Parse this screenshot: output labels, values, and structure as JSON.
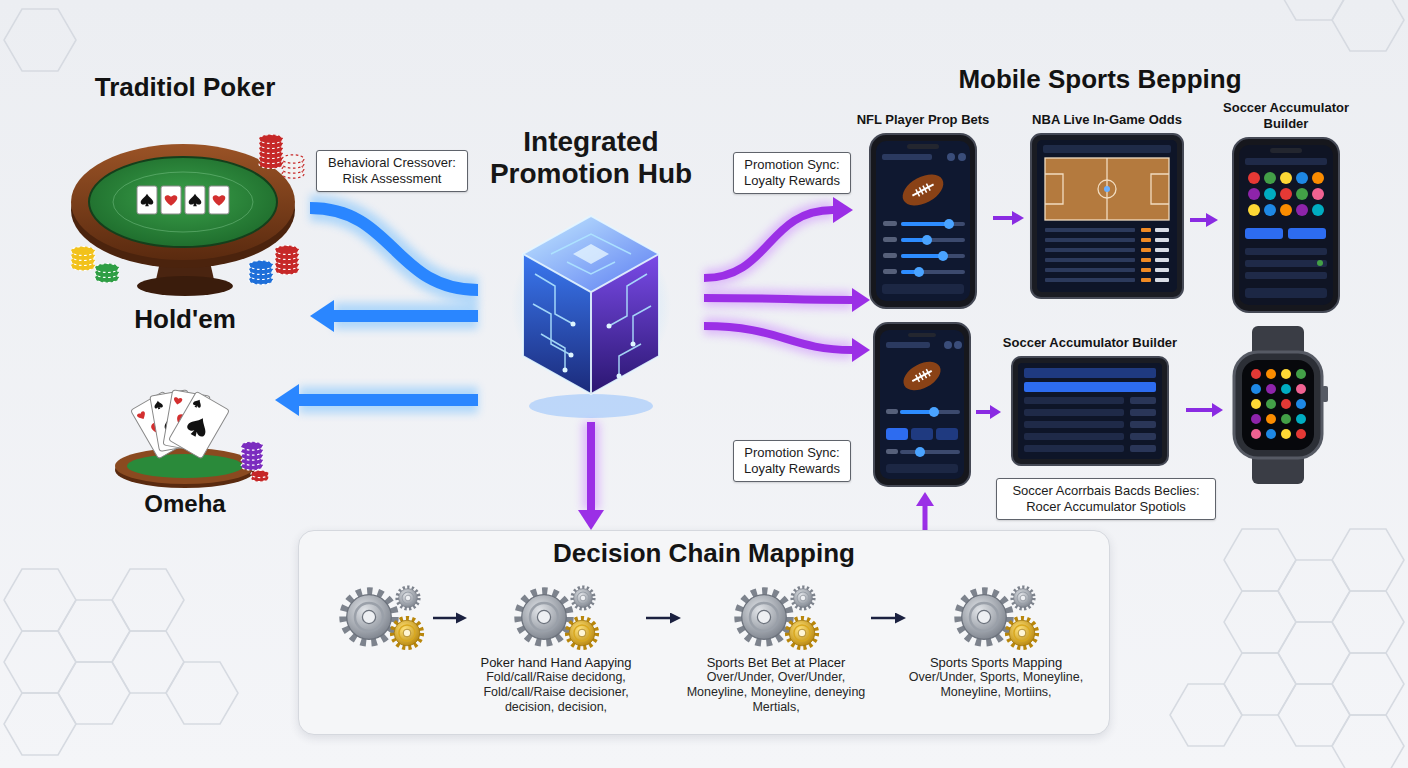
{
  "diagram": {
    "nodes": [
      {
        "text": [
          "Behavioral Cressover: Risk Assessment"
        ]
      },
      {
        "text": [
          "Integrated Promotion Hub"
        ]
      },
      {
        "text": [
          "Promotion Sync: Loyalty Rewards"
        ]
      },
      {
        "text": [
          "NFL Player Prop Bets"
        ]
      },
      {
        "text": [
          "NBA Live In-Game Odds"
        ]
      },
      {
        "text": [
          "Soccer Accumulator Builder"
        ]
      },
      {
        "text": [
          "Hold'em"
        ]
      },
      {
        "text": [
          "Omeha"
        ]
      },
      {
        "text": [
          "Promotion Sync: Loyalty Rewards"
        ]
      },
      {
        "text": [
          "Soccer Accumulator Builder"
        ]
      },
      {
        "text": [
          "Soccer Acorrbais Bacds Beclies: Rocer Accumulator Spotiols"
        ]
      },
      {
        "text": [
          "Decision Chain Mapping"
        ]
      },
      {
        "text": [
          "Poker hand Hand Aapying",
          "Fold/call/Raise decidong, Fold/call/Raise decisioner, decision, decision,"
        ],
        "in": 11
      },
      {
        "text": [
          "Sports Bet Bet at Placer",
          "Over/Under, Over/Under, Moneyline, Moneyline, deneying Mertials,"
        ],
        "in": 11
      },
      {
        "text": [
          "Sports Sports Mapping",
          "Over/Under, Sports, Moneyline, Moneyline, Mortiins,"
        ],
        "in": 11
      }
    ],
    "edges": [
      {
        "from": 6,
        "to": 1,
        "arrow": "none"
      },
      {
        "from": 1,
        "to": 6,
        "arrow": "to"
      },
      {
        "from": 1,
        "to": 7,
        "arrow": "to"
      },
      {
        "from": 1,
        "to": 3,
        "arrow": "to"
      },
      {
        "from": 3,
        "to": 4,
        "arrow": "to"
      },
      {
        "from": 4,
        "to": 5,
        "arrow": "to"
      },
      {
        "from": 1,
        "to": 11,
        "arrow": "to"
      },
      {
        "from": 12,
        "to": 13,
        "arrow": "to"
      },
      {
        "from": 13,
        "to": 14,
        "arrow": "to"
      }
    ],
    "labels": [
      "Traditiol Poker",
      "Mobile Sports Bepping"
    ]
  }
}
